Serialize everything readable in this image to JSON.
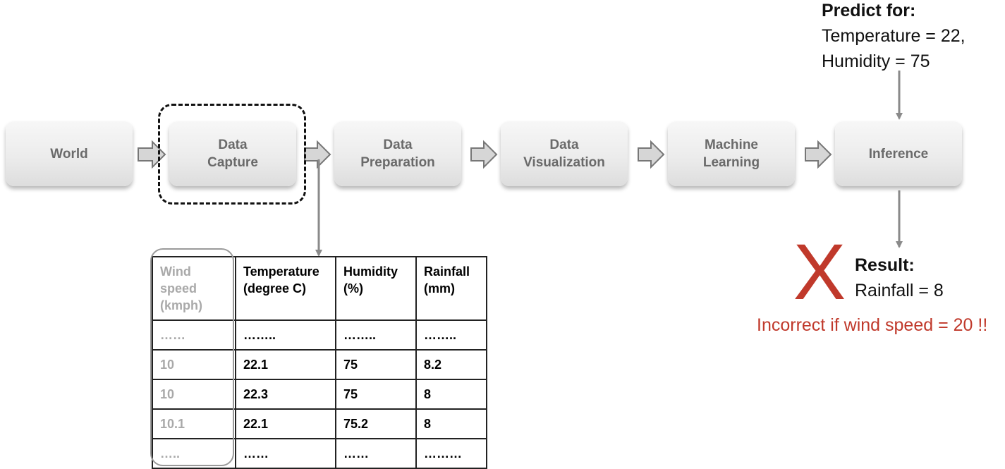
{
  "pipeline": {
    "stages": [
      {
        "label": "World"
      },
      {
        "label": "Data\nCapture"
      },
      {
        "label": "Data\nPreparation"
      },
      {
        "label": "Data\nVisualization"
      },
      {
        "label": "Machine\nLearning"
      },
      {
        "label": "Inference"
      }
    ]
  },
  "predict": {
    "heading": "Predict for:",
    "line1": "Temperature = 22,",
    "line2": "Humidity = 75"
  },
  "result": {
    "heading": "Result:",
    "line1": "Rainfall = 8",
    "mark": "X",
    "warning": "Incorrect if wind speed = 20 !!"
  },
  "table": {
    "headers": [
      "Wind speed (kmph)",
      "Temperature (degree C)",
      "Humidity (%)",
      "Rainfall (mm)"
    ],
    "rows": [
      [
        "……",
        "……..",
        "……..",
        "…….."
      ],
      [
        "10",
        "22.1",
        "75",
        "8.2"
      ],
      [
        "10",
        "22.3",
        "75",
        "8"
      ],
      [
        "10.1",
        "22.1",
        "75.2",
        "8"
      ],
      [
        "…..",
        "……",
        "……",
        "………"
      ]
    ]
  },
  "colors": {
    "stage_text": "#6a6a6a",
    "arrow_fill": "#d6d6d6",
    "accent_red": "#c0392b",
    "wind_column": "#a9a9a9"
  }
}
